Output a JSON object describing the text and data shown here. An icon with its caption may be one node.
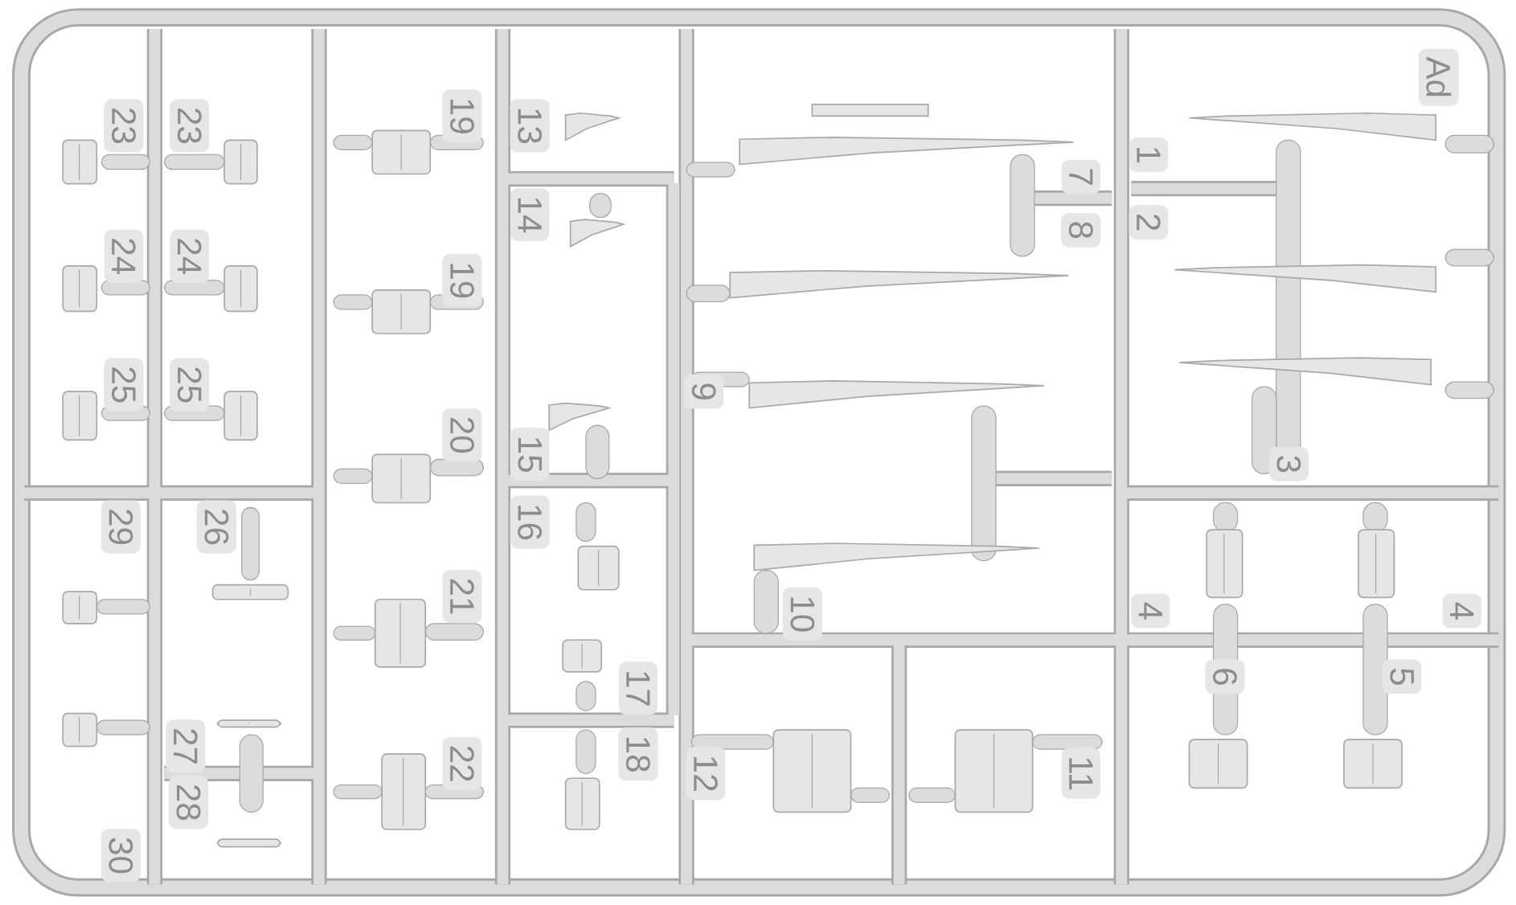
{
  "diagram": {
    "labels": [
      "Ad",
      "23",
      "23",
      "19",
      "13",
      "1",
      "7",
      "14",
      "8",
      "2",
      "24",
      "24",
      "19",
      "25",
      "25",
      "9",
      "20",
      "15",
      "3",
      "29",
      "26",
      "16",
      "21",
      "4",
      "4",
      "10",
      "6",
      "5",
      "17",
      "27",
      "22",
      "18",
      "12",
      "11",
      "28",
      "30"
    ]
  }
}
